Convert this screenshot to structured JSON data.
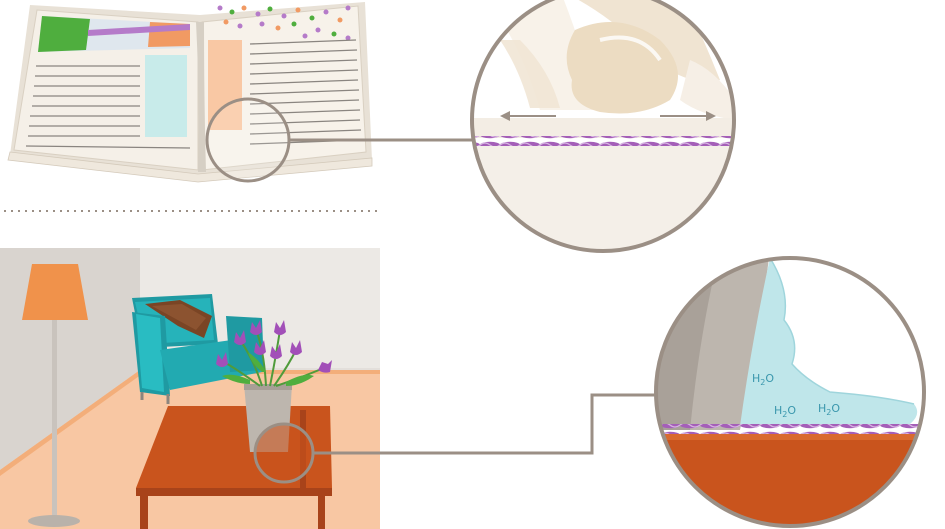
{
  "panels": {
    "magazine": {
      "magnifier": {
        "arrows": [
          "arrow-left",
          "arrow-right"
        ]
      }
    },
    "living_room": {
      "magnifier": {
        "labels": [
          "H2O",
          "H2O",
          "H2O"
        ]
      }
    }
  },
  "colors": {
    "lens_border": "#9b8f85",
    "connector": "#9b8f85",
    "coating_purple": "#a45fb8",
    "floor_peach": "#f8c7a3",
    "wall_gray": "#e3dfdb",
    "table_orange": "#c9541d",
    "armchair_teal": "#21a9b0",
    "lamp_orange": "#f0924b",
    "water_blue": "#bfe6ea",
    "paper_cream": "#f3ede4"
  }
}
